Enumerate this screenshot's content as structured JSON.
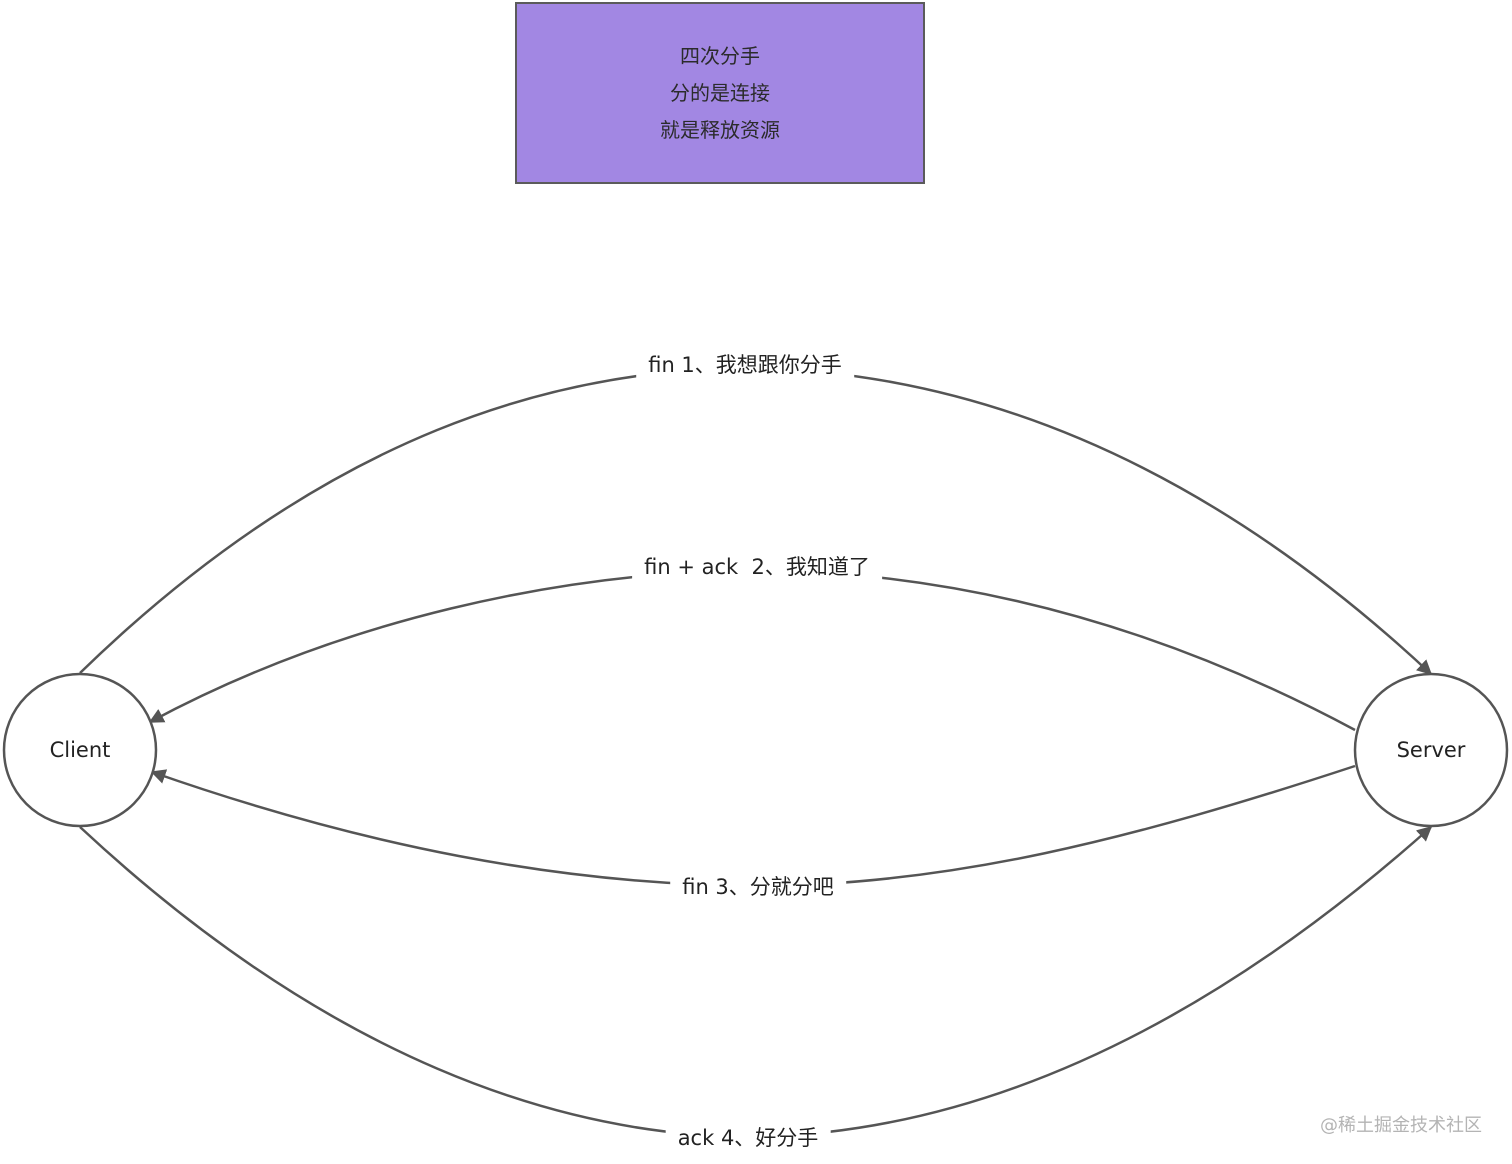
{
  "note": {
    "lines": [
      "四次分手",
      "分的是连接",
      "就是释放资源"
    ],
    "fill": "#a287e3",
    "border": "#5b5b5b"
  },
  "nodes": {
    "client": {
      "label": "Client"
    },
    "server": {
      "label": "Server"
    }
  },
  "edges": [
    {
      "label": "fin 1、我想跟你分手",
      "from": "Client",
      "to": "Server"
    },
    {
      "label": "fin + ack  2、我知道了",
      "from": "Server",
      "to": "Client"
    },
    {
      "label": "fin 3、分就分吧",
      "from": "Server",
      "to": "Client"
    },
    {
      "label": "ack 4、好分手",
      "from": "Client",
      "to": "Server"
    }
  ],
  "watermark": "@稀土掘金技术社区",
  "colors": {
    "line": "#555555",
    "node_fill": "#ffffff"
  }
}
